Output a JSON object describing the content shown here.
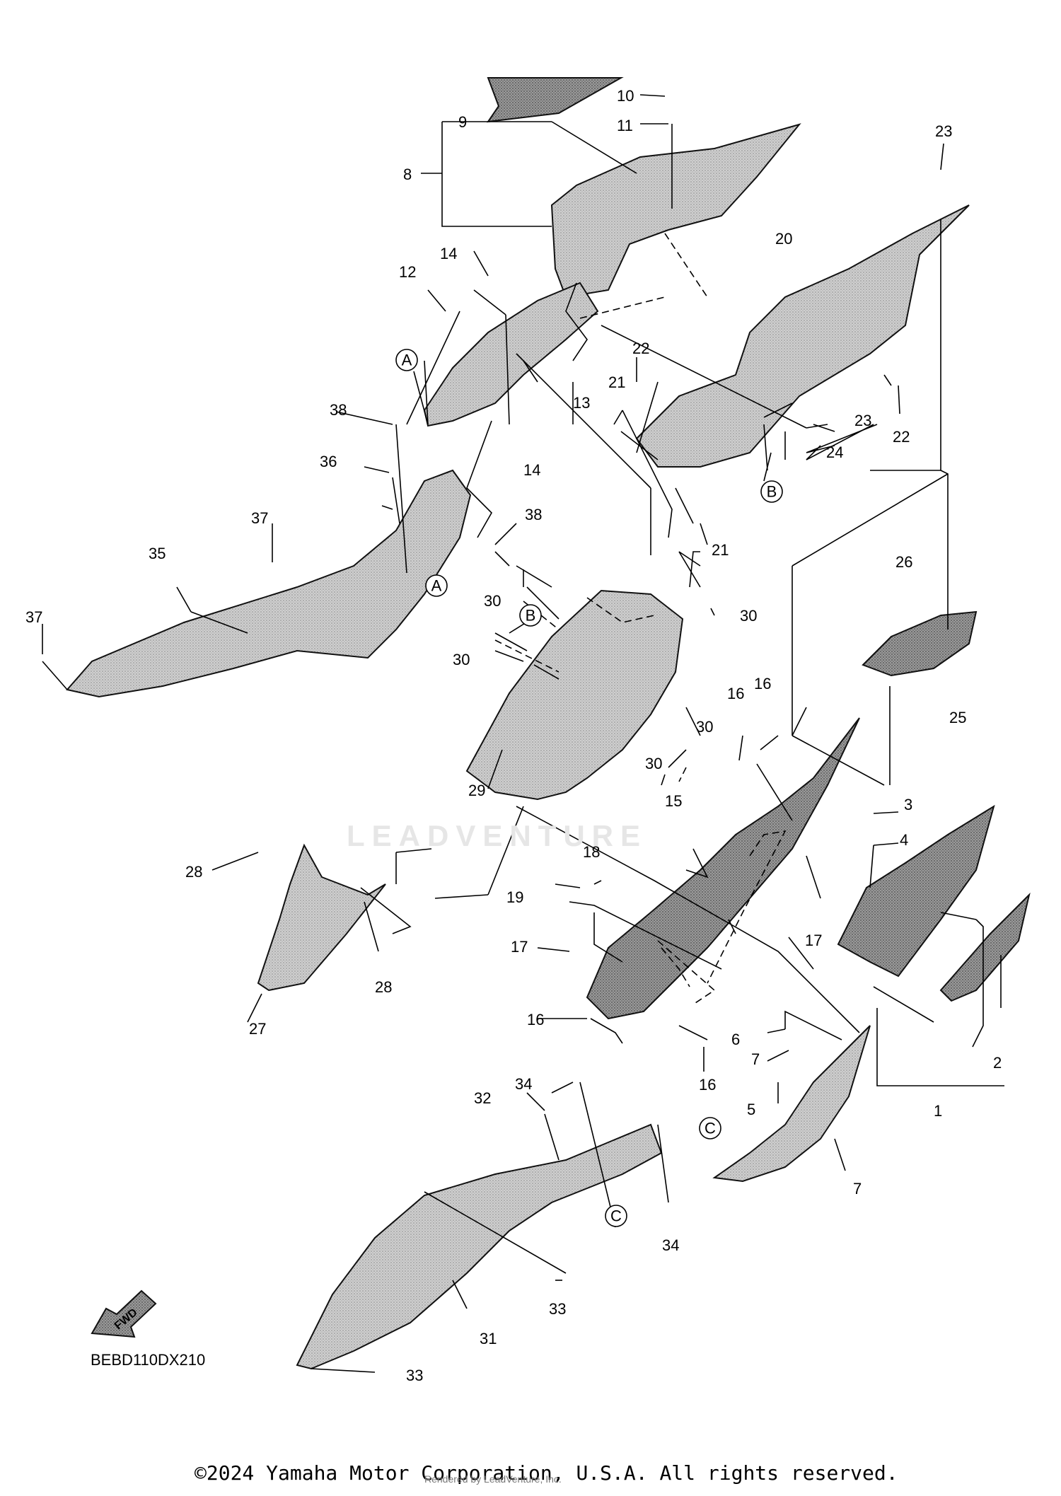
{
  "diagram": {
    "code": "BEBD110DX210",
    "watermark": "LEADVENTURE",
    "fwd_label": "FWD",
    "copyright": "©2024 Yamaha Motor Corporation, U.S.A. All rights reserved.",
    "rendered_by": "Rendered by LeadVenture, Inc."
  },
  "colors": {
    "part_fill": "#c8c8c8",
    "part_dark": "#8f8f8f",
    "line": "#000000"
  },
  "reference_letters": [
    "A",
    "B",
    "C"
  ],
  "callouts": [
    "1",
    "2",
    "3",
    "4",
    "5",
    "6",
    "7",
    "8",
    "9",
    "10",
    "11",
    "12",
    "13",
    "14",
    "15",
    "16",
    "17",
    "18",
    "19",
    "20",
    "21",
    "22",
    "23",
    "24",
    "25",
    "26",
    "27",
    "28",
    "29",
    "30",
    "31",
    "32",
    "33",
    "34",
    "35",
    "36",
    "37",
    "38"
  ]
}
